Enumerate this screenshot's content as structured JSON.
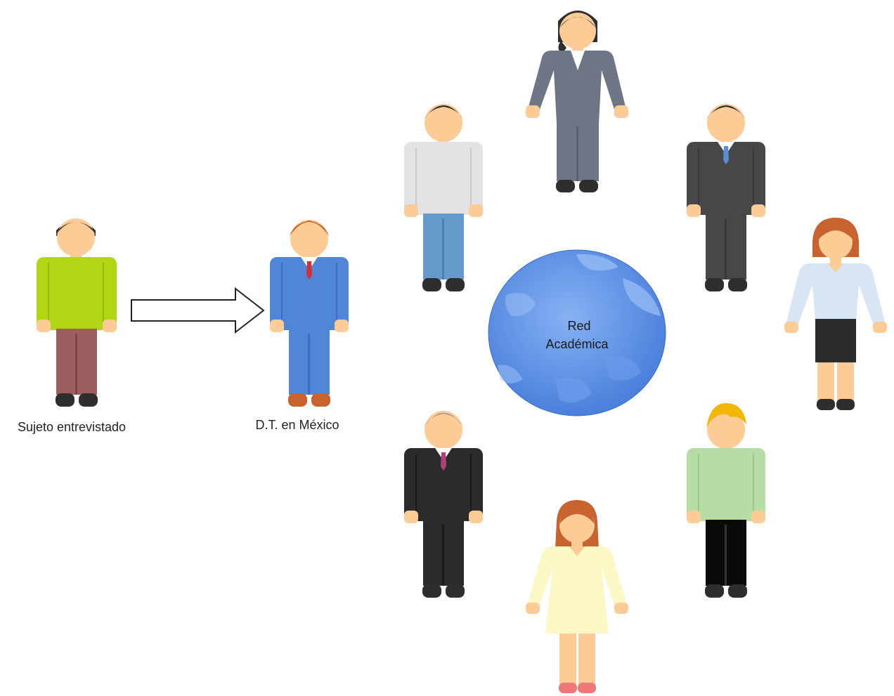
{
  "labels": {
    "interviewee": "Sujeto entrevistado",
    "dt_mexico": "D.T. en México",
    "globe_line1": "Red",
    "globe_line2": "Académica"
  },
  "colors": {
    "skin": "#FCCB96",
    "hair_dark": "#2E2E2E",
    "hair_auburn": "#C8622E",
    "hair_blonde": "#F2B705",
    "hair_gray": "#8A8A8A",
    "globe": "#5A8FE8"
  }
}
